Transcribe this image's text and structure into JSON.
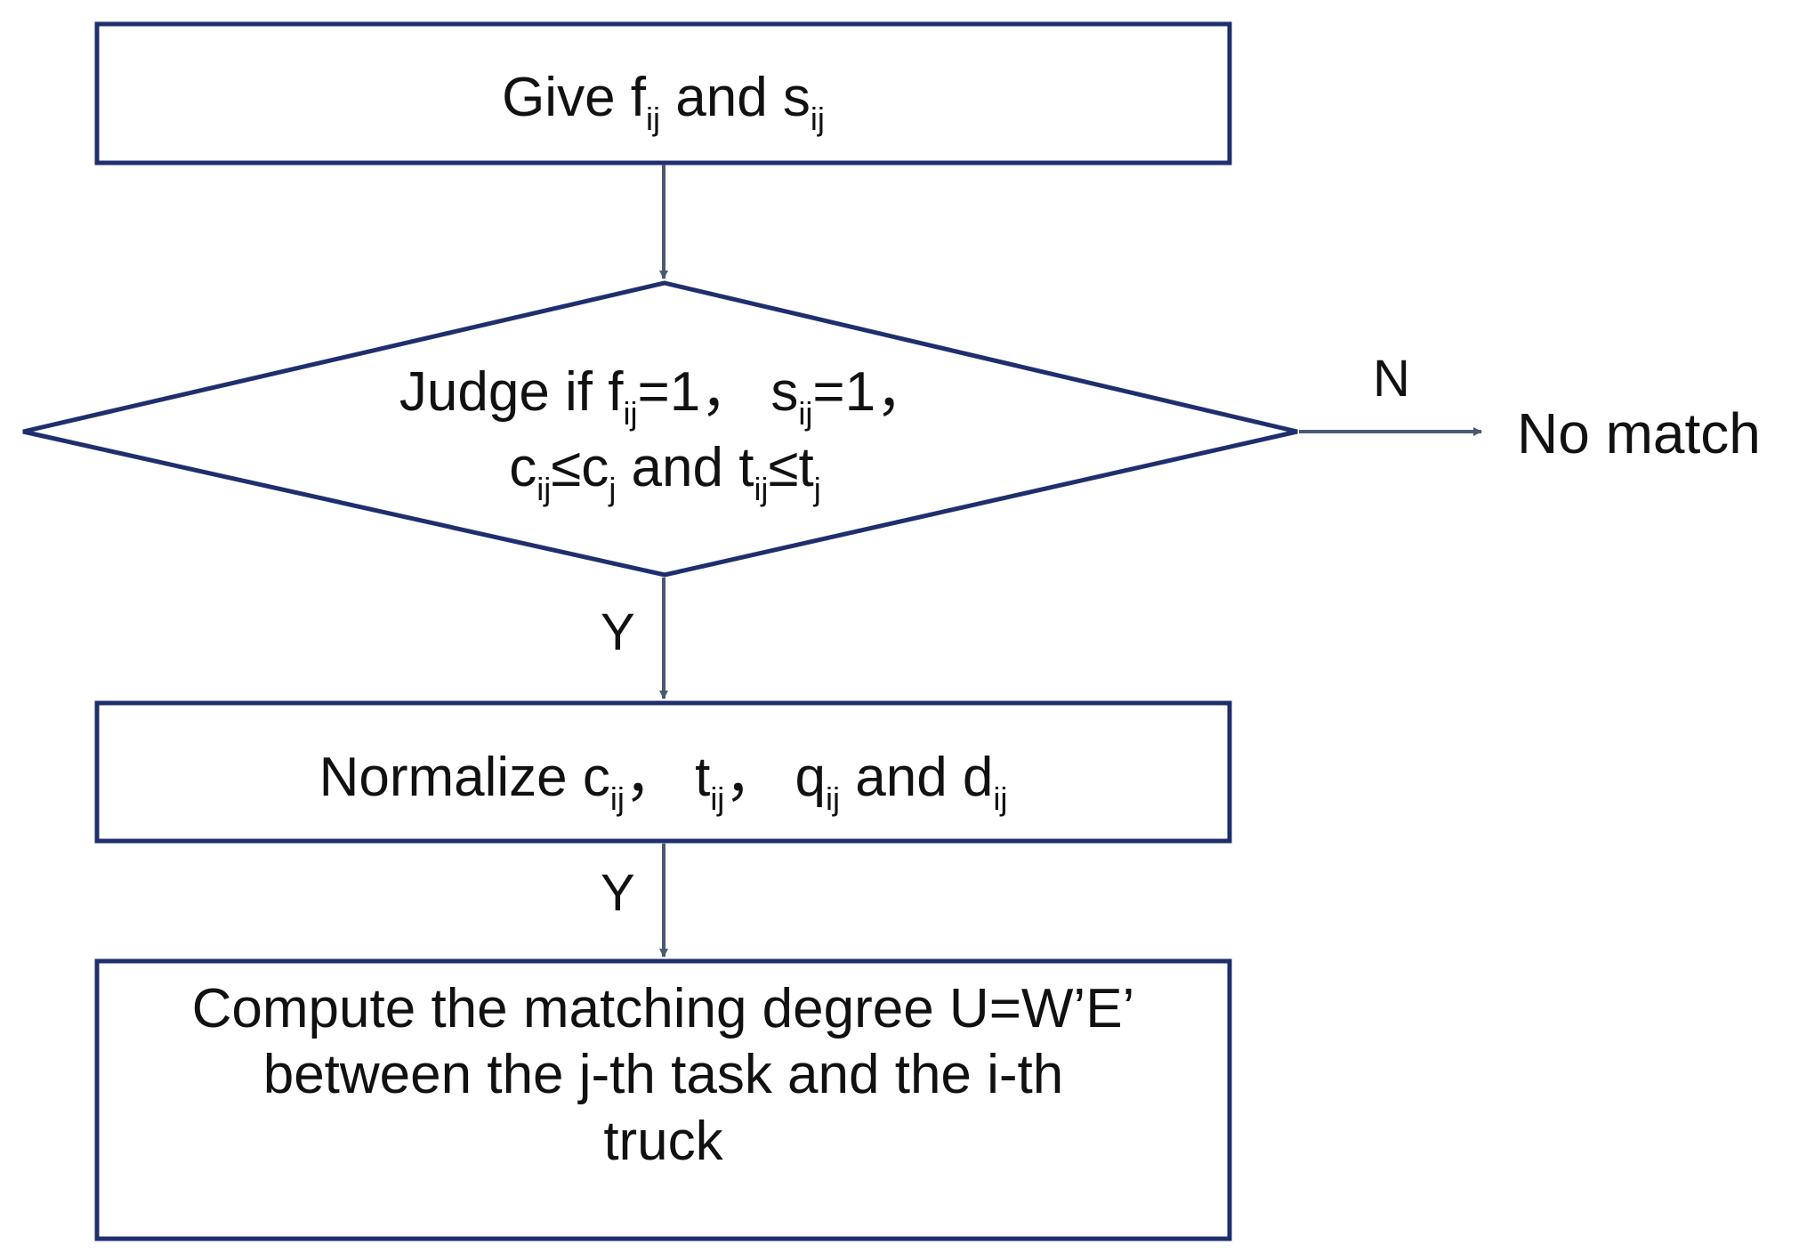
{
  "diagram": {
    "stroke_color": "#1f2f6e",
    "arrow_color": "#4a5a72",
    "nodes": {
      "start": {
        "parts": [
          {
            "t": "Give f"
          },
          {
            "sub": "ij"
          },
          {
            "t": " and s"
          },
          {
            "sub": "ij"
          }
        ]
      },
      "decision": {
        "lines": [
          [
            {
              "t": "Judge if f"
            },
            {
              "sub": "ij"
            },
            {
              "t": "=1，  s"
            },
            {
              "sub": "ij"
            },
            {
              "t": "=1，"
            }
          ],
          [
            {
              "t": "c"
            },
            {
              "sub": "ij"
            },
            {
              "t": "≤c"
            },
            {
              "sub": "j"
            },
            {
              "t": " and t"
            },
            {
              "sub": "ij"
            },
            {
              "t": "≤t"
            },
            {
              "sub": "j"
            }
          ]
        ]
      },
      "normalize": {
        "parts": [
          {
            "t": "Normalize c"
          },
          {
            "sub": "ij"
          },
          {
            "t": "，  t"
          },
          {
            "sub": "ij"
          },
          {
            "t": "，  q"
          },
          {
            "sub": "ij"
          },
          {
            "t": " and  d"
          },
          {
            "sub": "ij"
          }
        ]
      },
      "compute": {
        "lines": [
          [
            {
              "t": "Compute the matching degree U=W’E’"
            }
          ],
          [
            {
              "t": "between the j-th task and the i-th"
            }
          ],
          [
            {
              "t": "truck"
            }
          ]
        ]
      }
    },
    "edge_labels": {
      "no_branch": "N",
      "yes_branch_1": "Y",
      "yes_branch_2": "Y"
    },
    "terminal_text": "No match"
  }
}
